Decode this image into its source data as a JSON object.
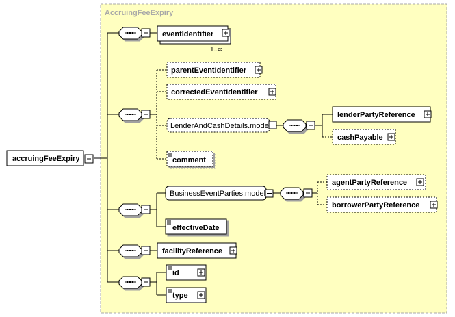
{
  "group_title": "AccruingFeeExpiry",
  "root": {
    "label": "accruingFeeExpiry"
  },
  "elements": {
    "event_identifier": "eventIdentifier",
    "event_identifier_card": "1..∞",
    "parent_event_identifier": "parentEventIdentifier",
    "corrected_event_identifier": "correctedEventIdentifier",
    "lender_and_cash_details_model": "LenderAndCashDetails.model",
    "lender_party_reference": "lenderPartyReference",
    "cash_payable": "cashPayable",
    "comment": "comment",
    "business_event_parties_model": "BusinessEventParties.model",
    "agent_party_reference": "agentPartyReference",
    "borrower_party_reference": "borrowerPartyReference",
    "effective_date": "effectiveDate",
    "facility_reference": "facilityReference",
    "id": "id",
    "type": "type"
  },
  "colors": {
    "group_background": "#ffffc0",
    "group_border": "#a8a8a8",
    "box_border": "#000000",
    "box_fill": "#ffffff"
  }
}
